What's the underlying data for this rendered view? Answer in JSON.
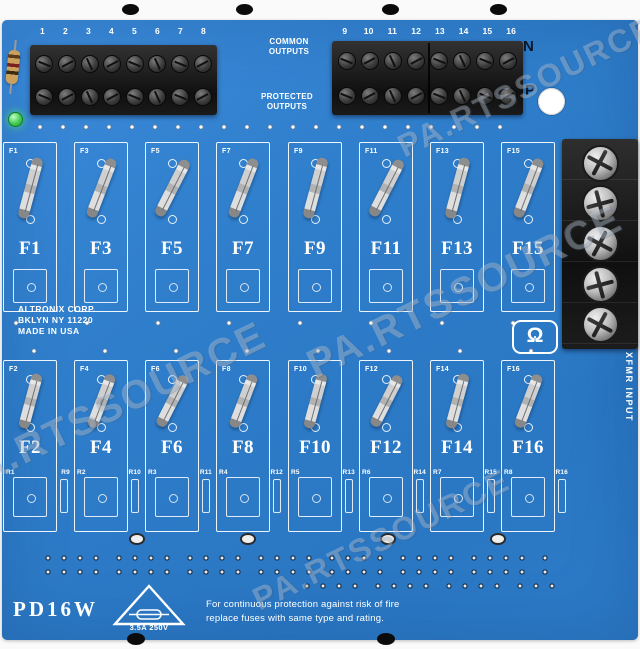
{
  "photo": {
    "watermark": "PA.RTSSOURCE"
  },
  "terminals": {
    "left_numbers": [
      "1",
      "2",
      "3",
      "4",
      "5",
      "6",
      "7",
      "8"
    ],
    "right_numbers": [
      "9",
      "10",
      "11",
      "12",
      "13",
      "14",
      "15",
      "16"
    ],
    "common_label": [
      "COMMON",
      "OUTPUTS"
    ],
    "protected_label": [
      "PROTECTED",
      "OUTPUTS"
    ],
    "neutral_label": "N",
    "power_label": "P",
    "xfmr_label": "XFMR INPUT"
  },
  "fuses_upper": [
    "F1",
    "F3",
    "F5",
    "F7",
    "F9",
    "F11",
    "F13",
    "F15"
  ],
  "fuses_lower": [
    {
      "label": "F2",
      "r_left": "R1",
      "r_right": "R9"
    },
    {
      "label": "F4",
      "r_left": "R2",
      "r_right": "R10"
    },
    {
      "label": "F6",
      "r_left": "R3",
      "r_right": "R11"
    },
    {
      "label": "F8",
      "r_left": "R4",
      "r_right": "R12"
    },
    {
      "label": "F10",
      "r_left": "R5",
      "r_right": "R13"
    },
    {
      "label": "F12",
      "r_left": "R6",
      "r_right": "R14"
    },
    {
      "label": "F14",
      "r_left": "R7",
      "r_right": "R15"
    },
    {
      "label": "F16",
      "r_left": "R8",
      "r_right": "R16"
    }
  ],
  "manufacturer": {
    "lines": [
      "ALTRONIX CORP.",
      "BKLYN NY 11220",
      "MADE IN USA"
    ],
    "logo_symbol": "Ω",
    "logo_letter": "A"
  },
  "bottom": {
    "model": "PD16W",
    "fuse_rating": "3.5A 250V",
    "warning": [
      "For continuous protection against risk of fire",
      "replace fuses with same type and rating."
    ]
  }
}
